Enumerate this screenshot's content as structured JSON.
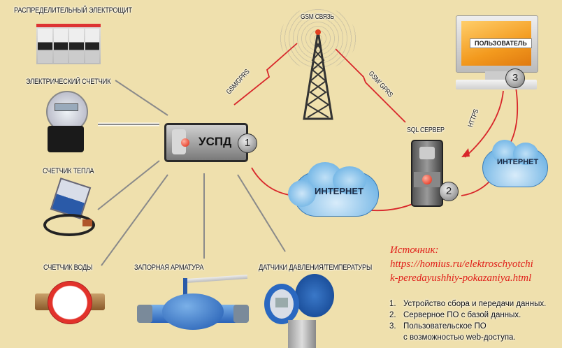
{
  "devices": {
    "switchboard": "РАСПРЕДЕЛИТЕЛЬНЫЙ ЭЛЕКТРОЩИТ",
    "electric_meter": "ЭЛЕКТРИЧЕСКИЙ СЧЕТЧИК",
    "heat_meter": "СЧЕТЧИК ТЕПЛА",
    "water_meter": "СЧЕТЧИК ВОДЫ",
    "valve": "ЗАПОРНАЯ АРМАТУРА",
    "sensors": "ДАТЧИКИ ДАВЛЕНИЯ/ТЕМПЕРАТУРЫ"
  },
  "uspd": {
    "label": "УСПД",
    "badge": "1"
  },
  "tower": {
    "label": "GSM СВЯЗЬ"
  },
  "links": {
    "gsm_left": "GSM/GPRS",
    "gsm_right": "GSM/ GPRS",
    "https": "HTTPS"
  },
  "clouds": {
    "center": "ИНТЕРНЕТ",
    "right": "ИНТЕРНЕТ"
  },
  "server": {
    "label": "SQL СЕРВЕР",
    "badge": "2"
  },
  "user": {
    "label": "ПОЛЬЗОВАТЕЛЬ",
    "badge": "3"
  },
  "source": {
    "title": "Источник:",
    "line1": "https://homius.ru/elektroschyotchi",
    "line2": "k-peredayushhiy-pokazaniya.html"
  },
  "legend": [
    {
      "num": "1.",
      "text": "Устройство сбора и передачи данных."
    },
    {
      "num": "2.",
      "text": "Серверное ПО с базой данных."
    },
    {
      "num": "3.",
      "text": "Пользовательское ПО"
    },
    {
      "num": "",
      "text": "с возможностью web-доступа."
    }
  ],
  "colors": {
    "background": "#efe0ad",
    "link_red": "#d8262a",
    "source_red": "#e0201a",
    "cloud_blue": "#5aa8e0",
    "screen_orange": "#f39a1e"
  }
}
